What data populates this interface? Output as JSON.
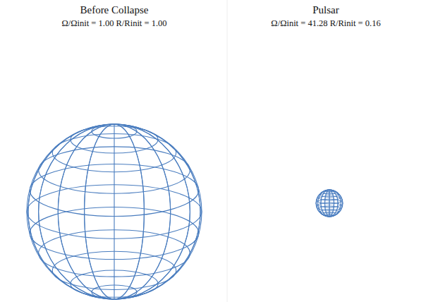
{
  "diagram": {
    "labels": [
      "Before Collapse",
      "Ω/Ωinit = 1.00 R/Rinit = 1.00",
      "Pulsar",
      "Ω/Ωinit = 41.28 R/Rinit = 0.16"
    ]
  }
}
